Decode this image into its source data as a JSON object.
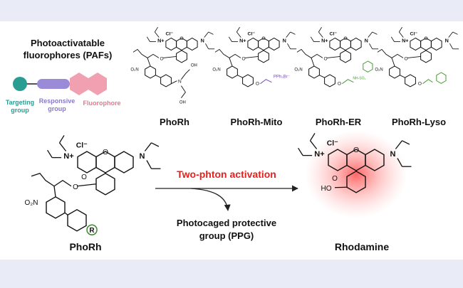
{
  "colors": {
    "frame": "#e9ecf6",
    "panel": "#ffffff",
    "targeting": "#2a9d93",
    "responsive": "#9a8ad8",
    "fluorophore": "#f0a0b0",
    "activation": "#e8201c",
    "mito_group": "#7a4fb8",
    "er_group": "#4a9a3a",
    "lyso_group": "#4a9a3a",
    "r_group": "#3a8a2a"
  },
  "paf": {
    "title_line1": "Photoactivatable",
    "title_line2": "fluorophores (PAFs)",
    "targeting_line1": "Targeting",
    "targeting_line2": "group",
    "responsive_line1": "Responsive",
    "responsive_line2": "group",
    "fluorophore": "Fluorophore"
  },
  "compounds": {
    "phorh": "PhoRh",
    "mito": "PhoRh-Mito",
    "er": "PhoRh-ER",
    "lyso": "PhoRh-Lyso"
  },
  "atoms": {
    "n": "N",
    "n_plus": "N+",
    "o": "O",
    "cl": "Cl⁻",
    "no2": "O₂N",
    "oh": "OH",
    "ho": "HO",
    "r": "R",
    "pph3br": "PPh₃Br⁻",
    "sulfonamide": "NH-SO₂"
  },
  "reaction": {
    "activation": "Two-phton activation",
    "ppg_line1": "Photocaged protective",
    "ppg_line2": "group (PPG)",
    "reactant": "PhoRh",
    "product": "Rhodamine"
  }
}
